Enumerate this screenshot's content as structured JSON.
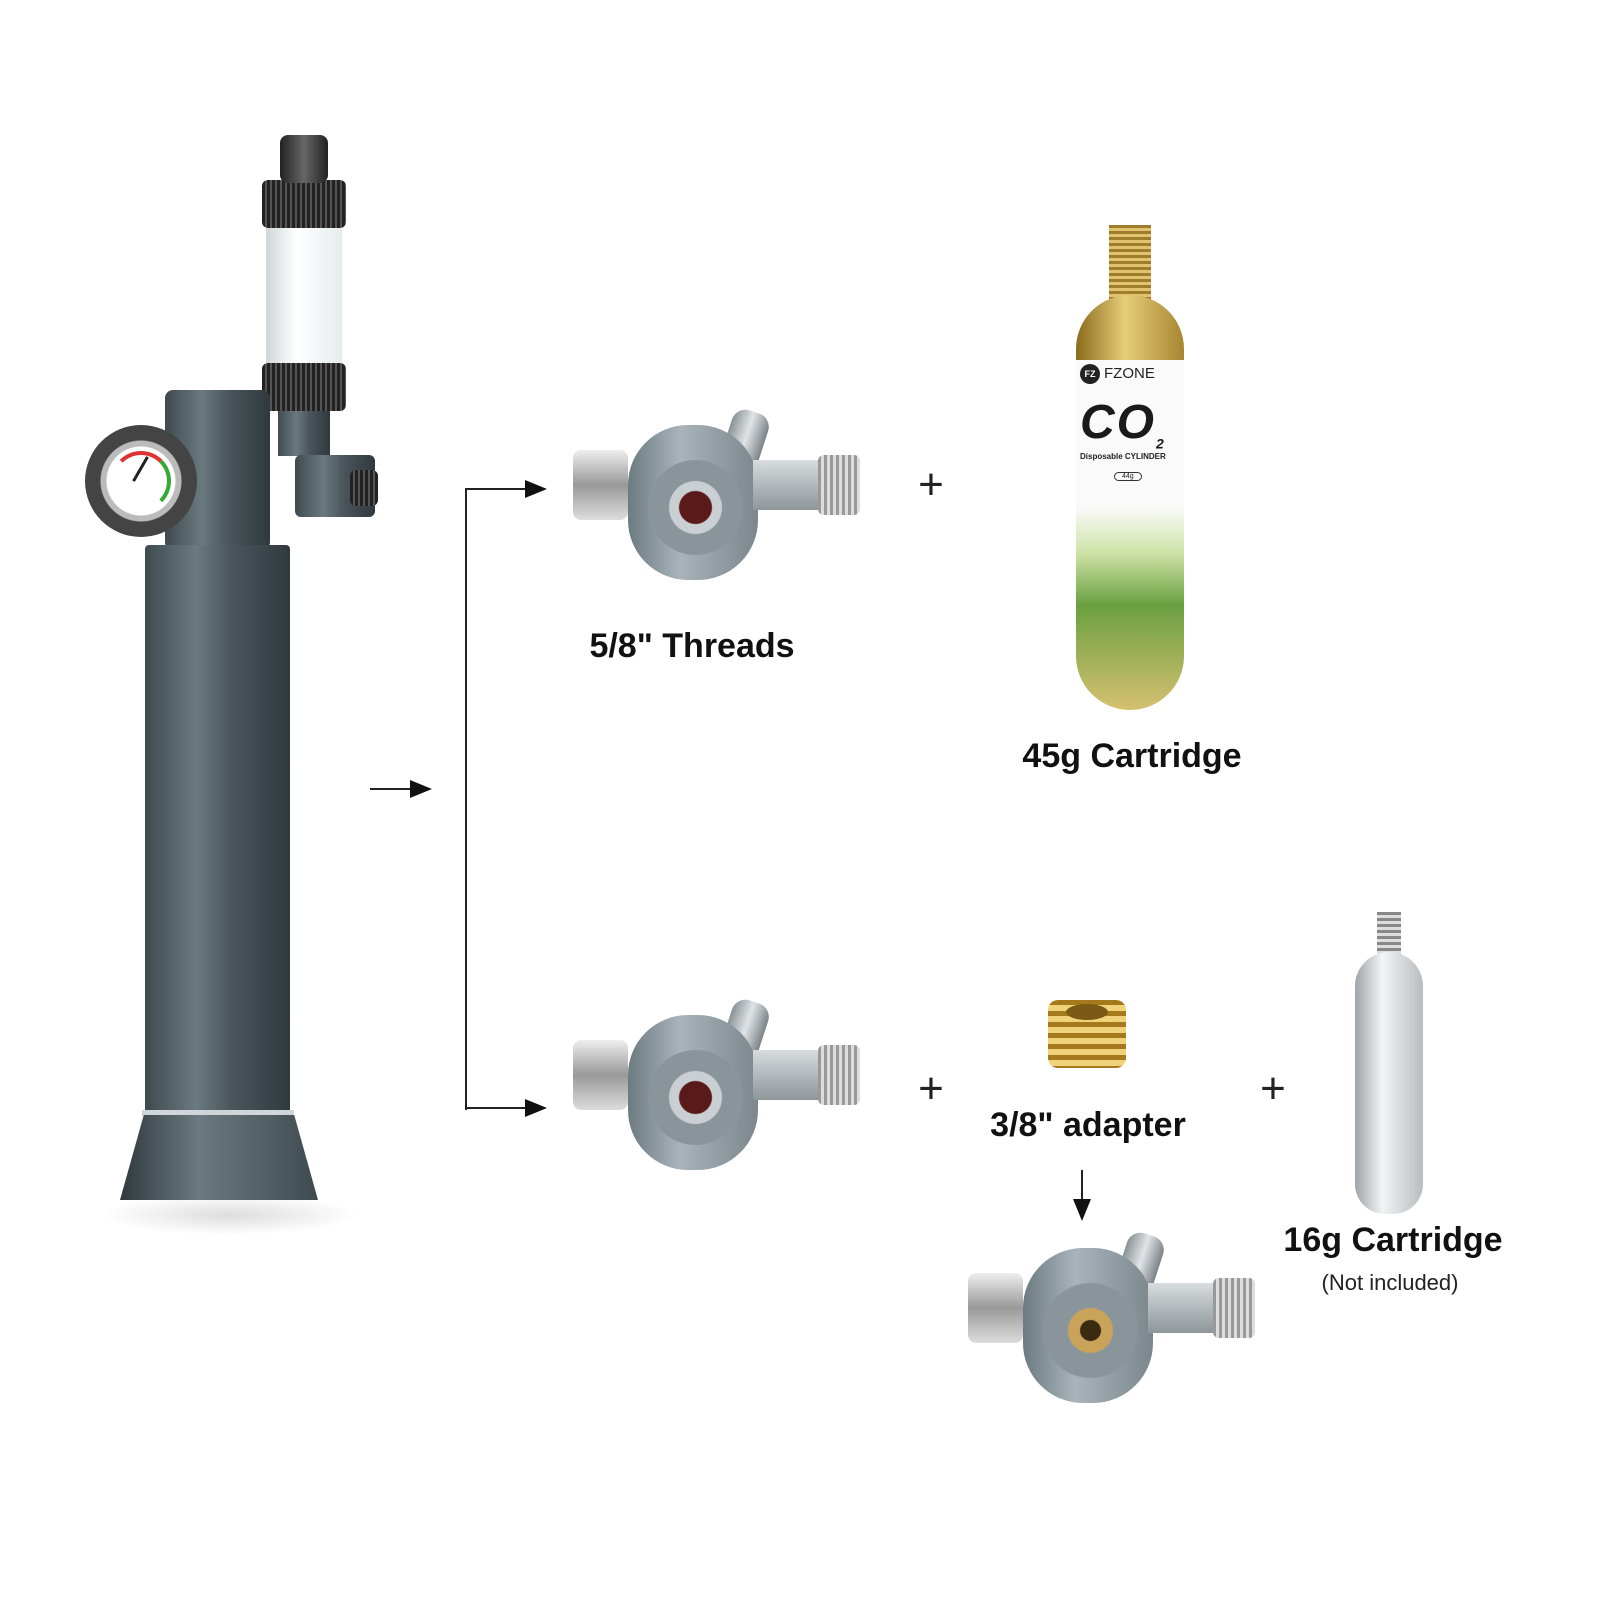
{
  "labels": {
    "threads": "5/8\" Threads",
    "cartridge45": "45g Cartridge",
    "adapter": "3/8\" adapter",
    "cartridge16": "16g Cartridge",
    "not_included": "(Not included)"
  },
  "plus_sign": "+",
  "cartridge_print": {
    "brand": "FZONE",
    "brand_mark": "FZ",
    "title": "CO",
    "subscript": "2",
    "subtitle": "Disposable CYLINDER",
    "weight": "44g"
  },
  "colors": {
    "regulator": "#4a565c",
    "gold": "#c9a640",
    "text": "#111111"
  }
}
